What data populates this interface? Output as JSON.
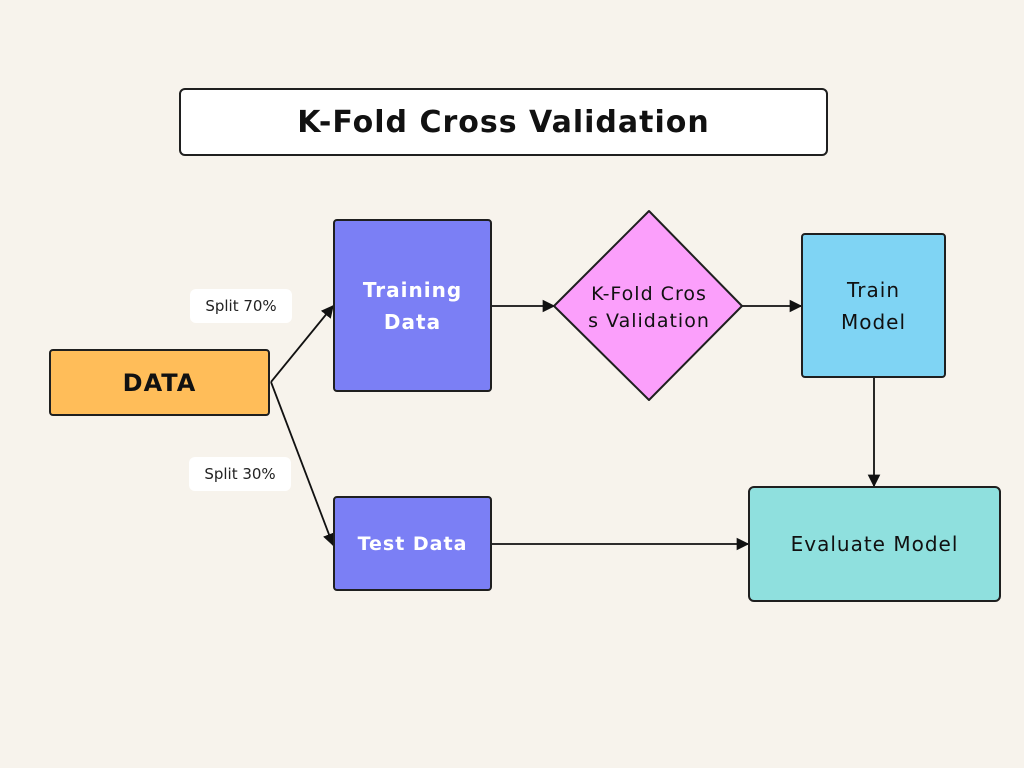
{
  "title": "K-Fold Cross Validation",
  "nodes": {
    "data": "DATA",
    "training_data": "Training Data",
    "kfold": "K-Fold Cross Validation",
    "train_model": "Train Model",
    "test_data": "Test Data",
    "evaluate_model": "Evaluate Model"
  },
  "edges": {
    "split_train": "Split 70%",
    "split_test": "Split 30%"
  },
  "colors": {
    "background": "#f7f3ec",
    "data": "#ffbd59",
    "training": "#7b7ff5",
    "kfold": "#fb9ffb",
    "train_model": "#7fd4f4",
    "evaluate": "#8fe0de"
  }
}
